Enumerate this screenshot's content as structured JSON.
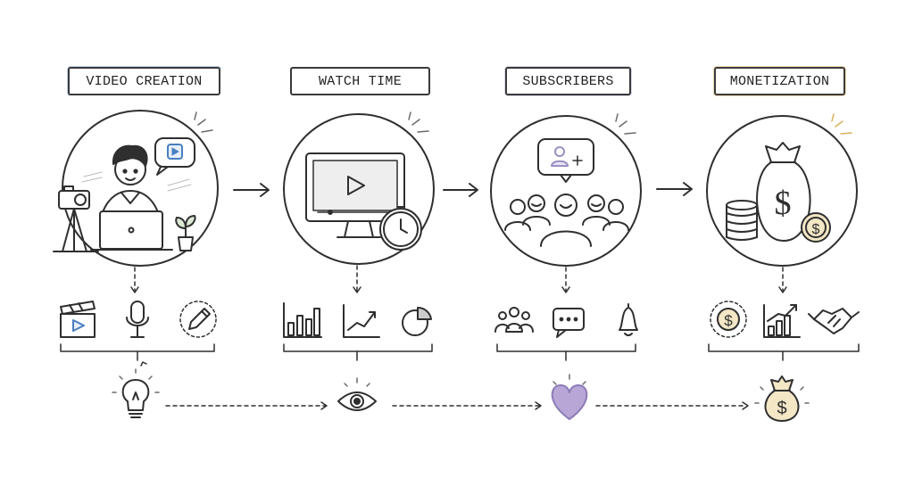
{
  "stages": [
    {
      "id": "video-creation",
      "label": "VIDEO CREATION",
      "accent": "#4a7fc1",
      "tools": [
        "clapperboard-icon",
        "microphone-icon",
        "pencil-icon"
      ],
      "bottom_icon": "lightbulb-icon"
    },
    {
      "id": "watch-time",
      "label": "WATCH TIME",
      "accent": "#c9c9c9",
      "tools": [
        "bar-chart-icon",
        "line-chart-icon",
        "pie-chart-icon"
      ],
      "bottom_icon": "eye-icon"
    },
    {
      "id": "subscribers",
      "label": "SUBSCRIBERS",
      "accent": "#9b8fc4",
      "tools": [
        "group-icon",
        "chat-bubble-icon",
        "bell-icon"
      ],
      "bottom_icon": "heart-icon"
    },
    {
      "id": "monetization",
      "label": "MONETIZATION",
      "accent": "#e8c27a",
      "tools": [
        "dollar-coin-icon",
        "growth-chart-icon",
        "handshake-icon"
      ],
      "bottom_icon": "money-bag-icon"
    }
  ],
  "colors": {
    "ink": "#2f2f2f",
    "heart": "#b7a6d6",
    "screen": "#eeeeee",
    "gold": "#f3e7c6"
  }
}
